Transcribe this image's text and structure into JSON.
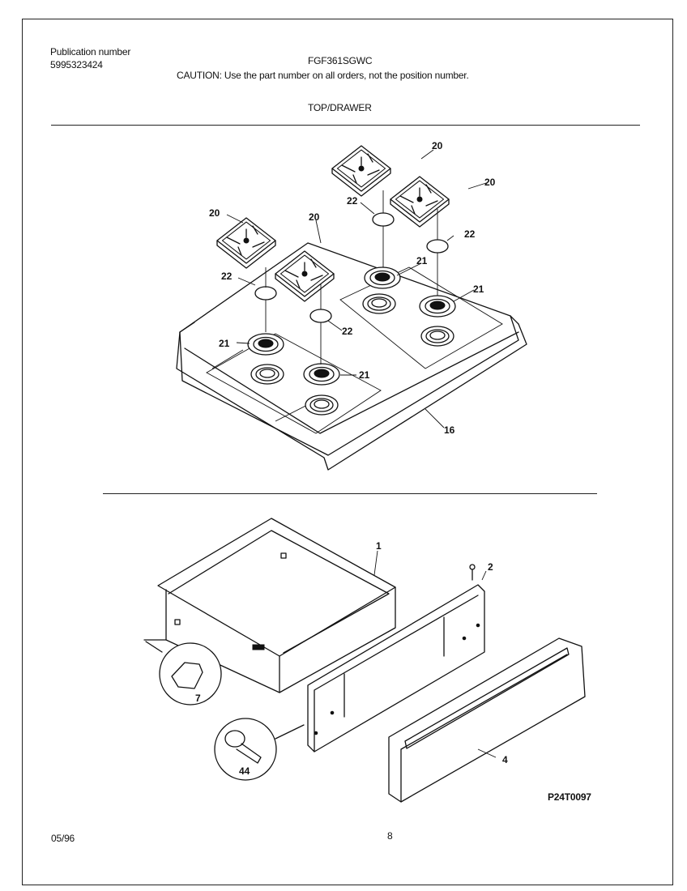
{
  "header": {
    "publication_label": "Publication number",
    "publication_number": "5995323424",
    "model": "FGF361SGWC",
    "caution": "CAUTION:  Use the part number on all orders, not the position number.",
    "section_title": "TOP/DRAWER"
  },
  "footer": {
    "date": "05/96",
    "page": "8",
    "drawing_code": "P24T0097"
  },
  "top_callouts": {
    "grate_back_right_1": "20",
    "grate_back_right_2": "20",
    "grate_left": "20",
    "grate_center": "20",
    "cap_back": "22",
    "cap_right": "22",
    "cap_left": "22",
    "cap_front": "22",
    "ring_back": "21",
    "ring_right": "21",
    "ring_left": "21",
    "ring_front": "21",
    "cooktop": "16"
  },
  "drawer_callouts": {
    "drawer_body": "1",
    "drawer_panel": "2",
    "clip": "7",
    "front_panel": "4",
    "roller": "44"
  }
}
